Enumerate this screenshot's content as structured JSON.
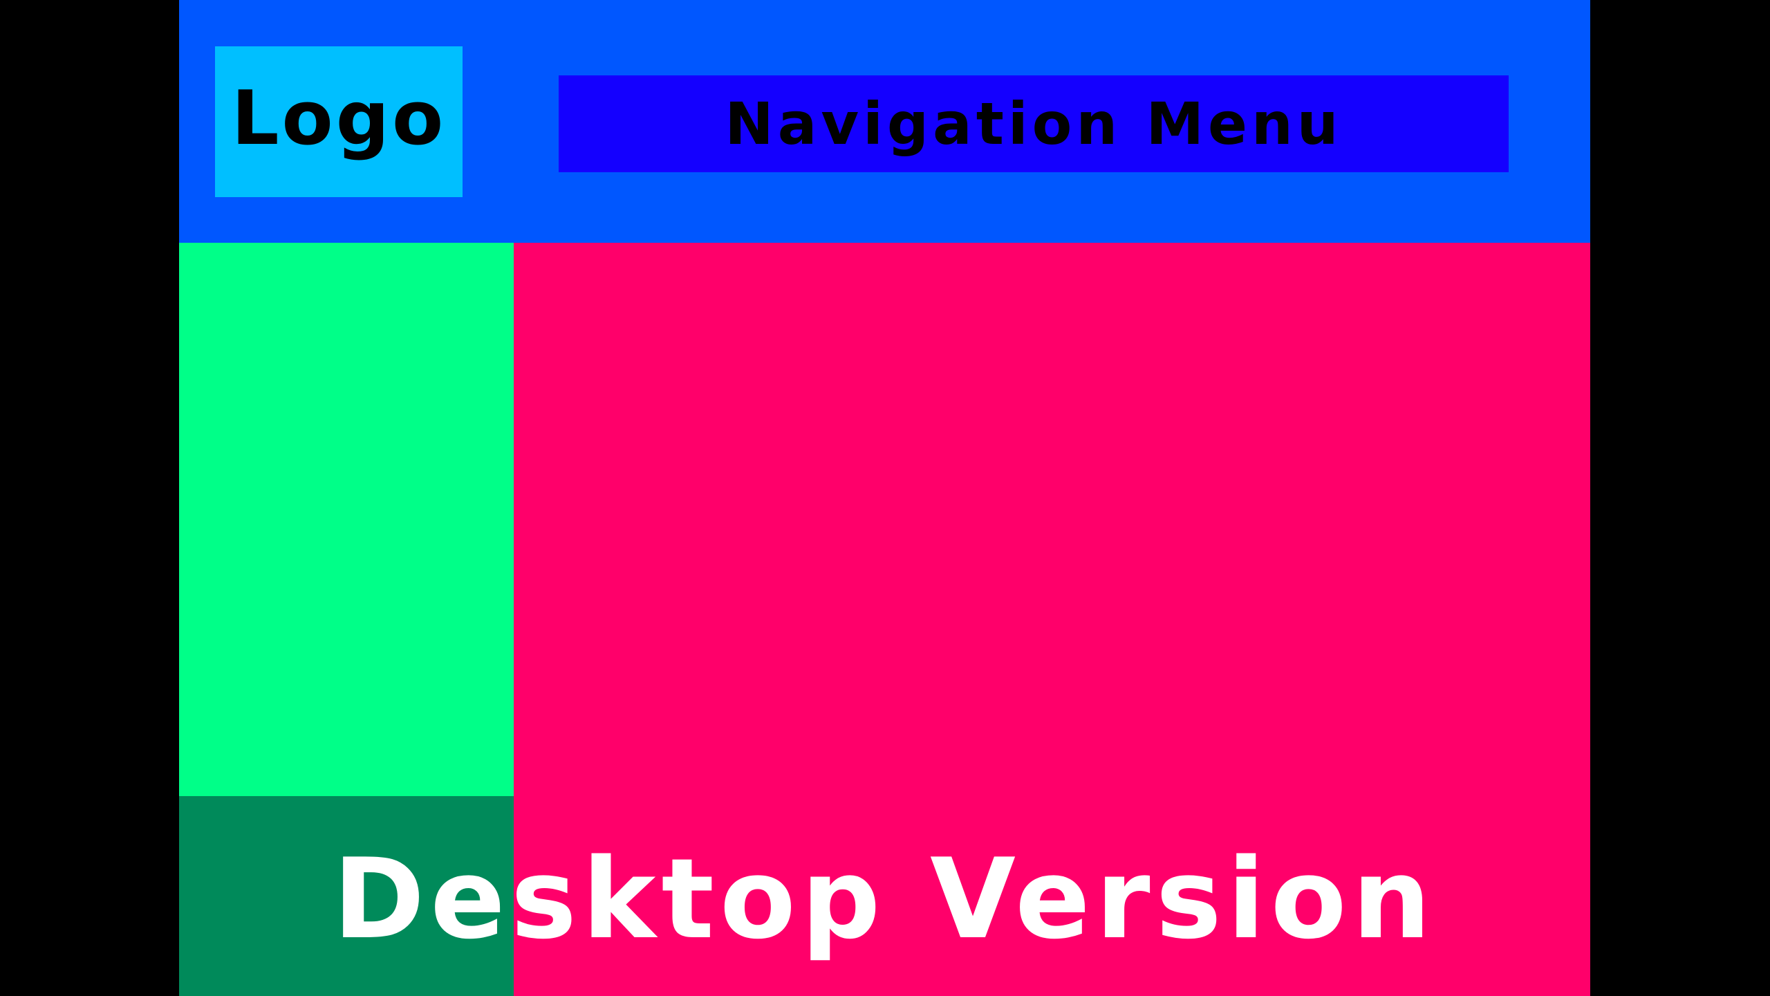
{
  "header": {
    "logo_label": "Logo",
    "nav_label": "Navigation Menu"
  },
  "caption": "Desktop Version",
  "colors": {
    "background": "#000000",
    "header": "#0057FF",
    "logo": "#00BFFF",
    "nav": "#1400FF",
    "sidebar": "#00FF88",
    "sidebar_bottom": "#008A5A",
    "main": "#FF006A",
    "caption_text": "#FFFFFF"
  }
}
